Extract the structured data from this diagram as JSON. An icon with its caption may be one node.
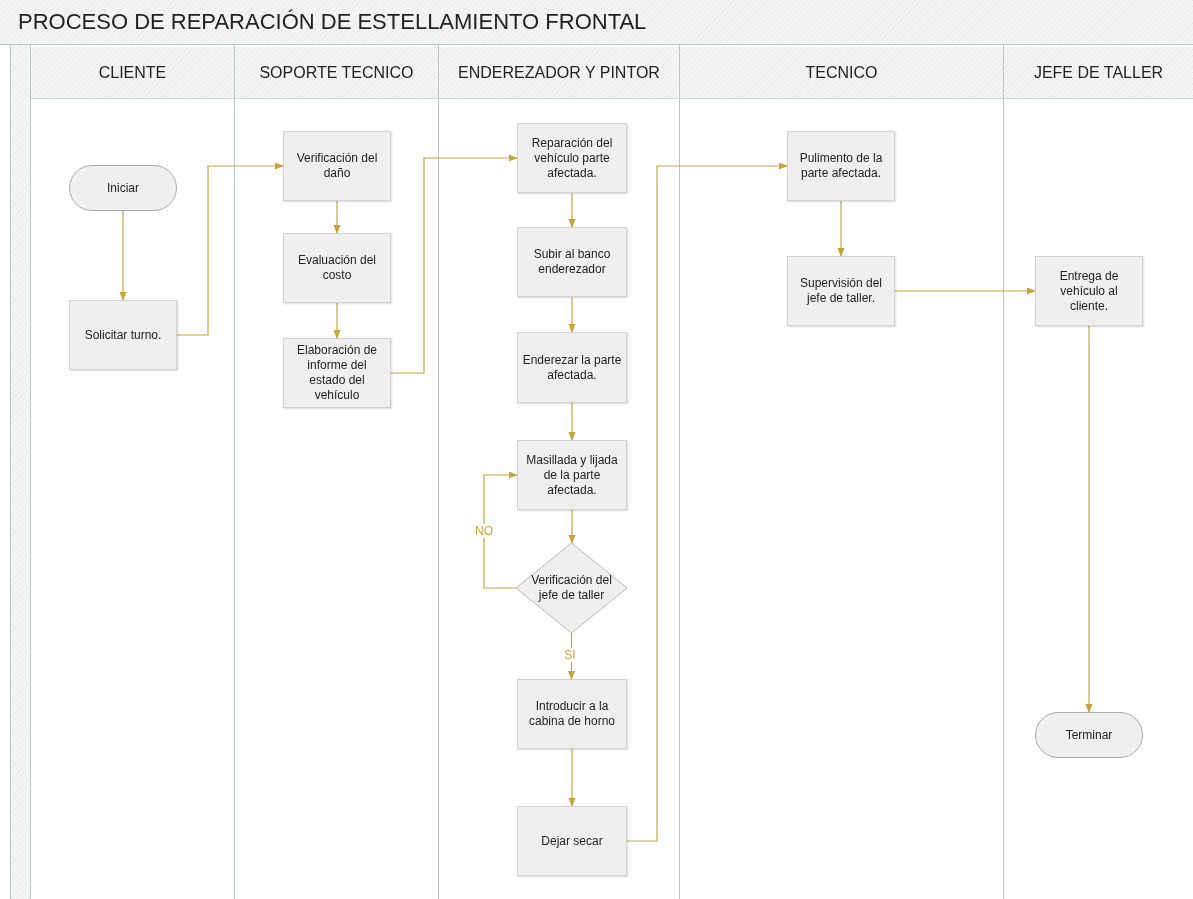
{
  "diagram": {
    "title": "PROCESO DE REPARACIÓN DE ESTELLAMIENTO FRONTAL",
    "nodes": [
      {
        "text": [
          "CLIENTE"
        ]
      },
      {
        "text": [
          "SOPORTE TECNICO"
        ]
      },
      {
        "text": [
          "ENDEREZADOR Y PINTOR"
        ]
      },
      {
        "text": [
          "TECNICO"
        ]
      },
      {
        "text": [
          "JEFE DE TALLER"
        ]
      },
      {
        "text": [
          "Iniciar"
        ],
        "in": 0
      },
      {
        "text": [
          "Solicitar turno."
        ],
        "in": 0
      },
      {
        "text": [
          "Verificación del daño"
        ],
        "in": 1
      },
      {
        "text": [
          "Evaluación del costo"
        ],
        "in": 1
      },
      {
        "text": [
          "Elaboración de informe del estado del vehículo"
        ],
        "in": 1
      },
      {
        "text": [
          "Reparación del vehículo parte afectada."
        ],
        "in": 2
      },
      {
        "text": [
          "Subir al banco enderezador"
        ],
        "in": 2
      },
      {
        "text": [
          "Enderezar la parte afectada."
        ],
        "in": 2
      },
      {
        "text": [
          "Masillada y lijada de la parte afectada."
        ],
        "in": 2
      },
      {
        "text": [
          "Verificación del jefe de taller"
        ],
        "in": 2
      },
      {
        "text": [
          "Introducir a la cabina de horno"
        ],
        "in": 2
      },
      {
        "text": [
          "Dejar secar"
        ],
        "in": 2
      },
      {
        "text": [
          "Pulimento de la parte afectada."
        ],
        "in": 3
      },
      {
        "text": [
          "Supervisión del jefe de taller."
        ],
        "in": 3
      },
      {
        "text": [
          "Entrega de vehículo al cliente."
        ],
        "in": 4
      },
      {
        "text": [
          "Terminar"
        ],
        "in": 4
      }
    ],
    "edges": [
      {
        "from": 5,
        "to": 6,
        "arrow": "to"
      },
      {
        "from": 6,
        "to": 7,
        "arrow": "to"
      },
      {
        "from": 7,
        "to": 8,
        "arrow": "to"
      },
      {
        "from": 8,
        "to": 9,
        "arrow": "to"
      },
      {
        "from": 9,
        "to": 10,
        "arrow": "to"
      },
      {
        "from": 10,
        "to": 11,
        "arrow": "to"
      },
      {
        "from": 11,
        "to": 12,
        "arrow": "to"
      },
      {
        "from": 12,
        "to": 13,
        "arrow": "to"
      },
      {
        "from": 13,
        "to": 14,
        "arrow": "to"
      },
      {
        "from": 14,
        "to": 13,
        "arrow": "to",
        "label": "NO"
      },
      {
        "from": 14,
        "to": 15,
        "arrow": "to",
        "label": "SI"
      },
      {
        "from": 15,
        "to": 16,
        "arrow": "to"
      },
      {
        "from": 16,
        "to": 17,
        "arrow": "to"
      },
      {
        "from": 17,
        "to": 18,
        "arrow": "to"
      },
      {
        "from": 18,
        "to": 19,
        "arrow": "to"
      },
      {
        "from": 19,
        "to": 20,
        "arrow": "to"
      }
    ]
  }
}
